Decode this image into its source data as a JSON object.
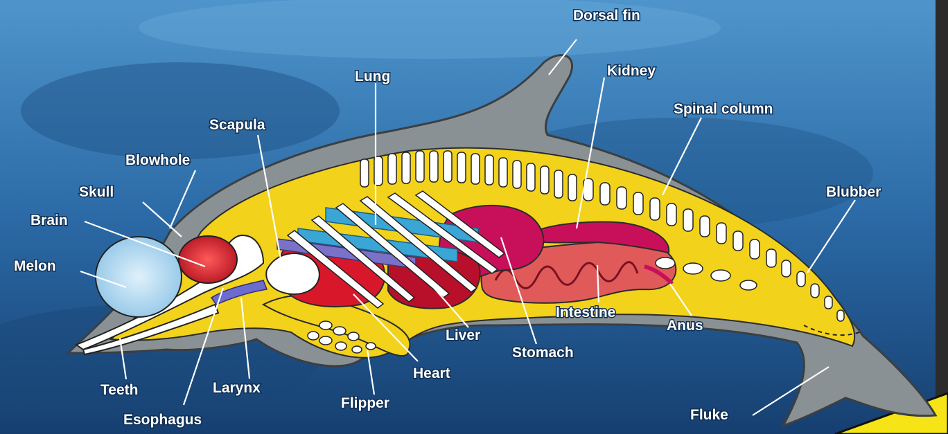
{
  "labels": {
    "dorsal_fin": "Dorsal fin",
    "kidney": "Kidney",
    "lung": "Lung",
    "spinal_column": "Spinal column",
    "scapula": "Scapula",
    "blowhole": "Blowhole",
    "skull": "Skull",
    "blubber": "Blubber",
    "brain": "Brain",
    "melon": "Melon",
    "intestine": "Intestine",
    "anus": "Anus",
    "liver": "Liver",
    "stomach": "Stomach",
    "heart": "Heart",
    "teeth": "Teeth",
    "larynx": "Larynx",
    "flipper": "Flipper",
    "fluke": "Fluke",
    "esophagus": "Esophagus"
  },
  "colors": {
    "ocean": "#2a6aa3",
    "skin": "#8a9194",
    "blubber": "#f2d21a",
    "bone": "#ffffff",
    "lung": "#3aa6d6",
    "heart": "#c8142a",
    "stomach": "#c8105a",
    "intestine": "#e05a5a",
    "melon": "#b9def3",
    "brain": "#d8182a"
  }
}
